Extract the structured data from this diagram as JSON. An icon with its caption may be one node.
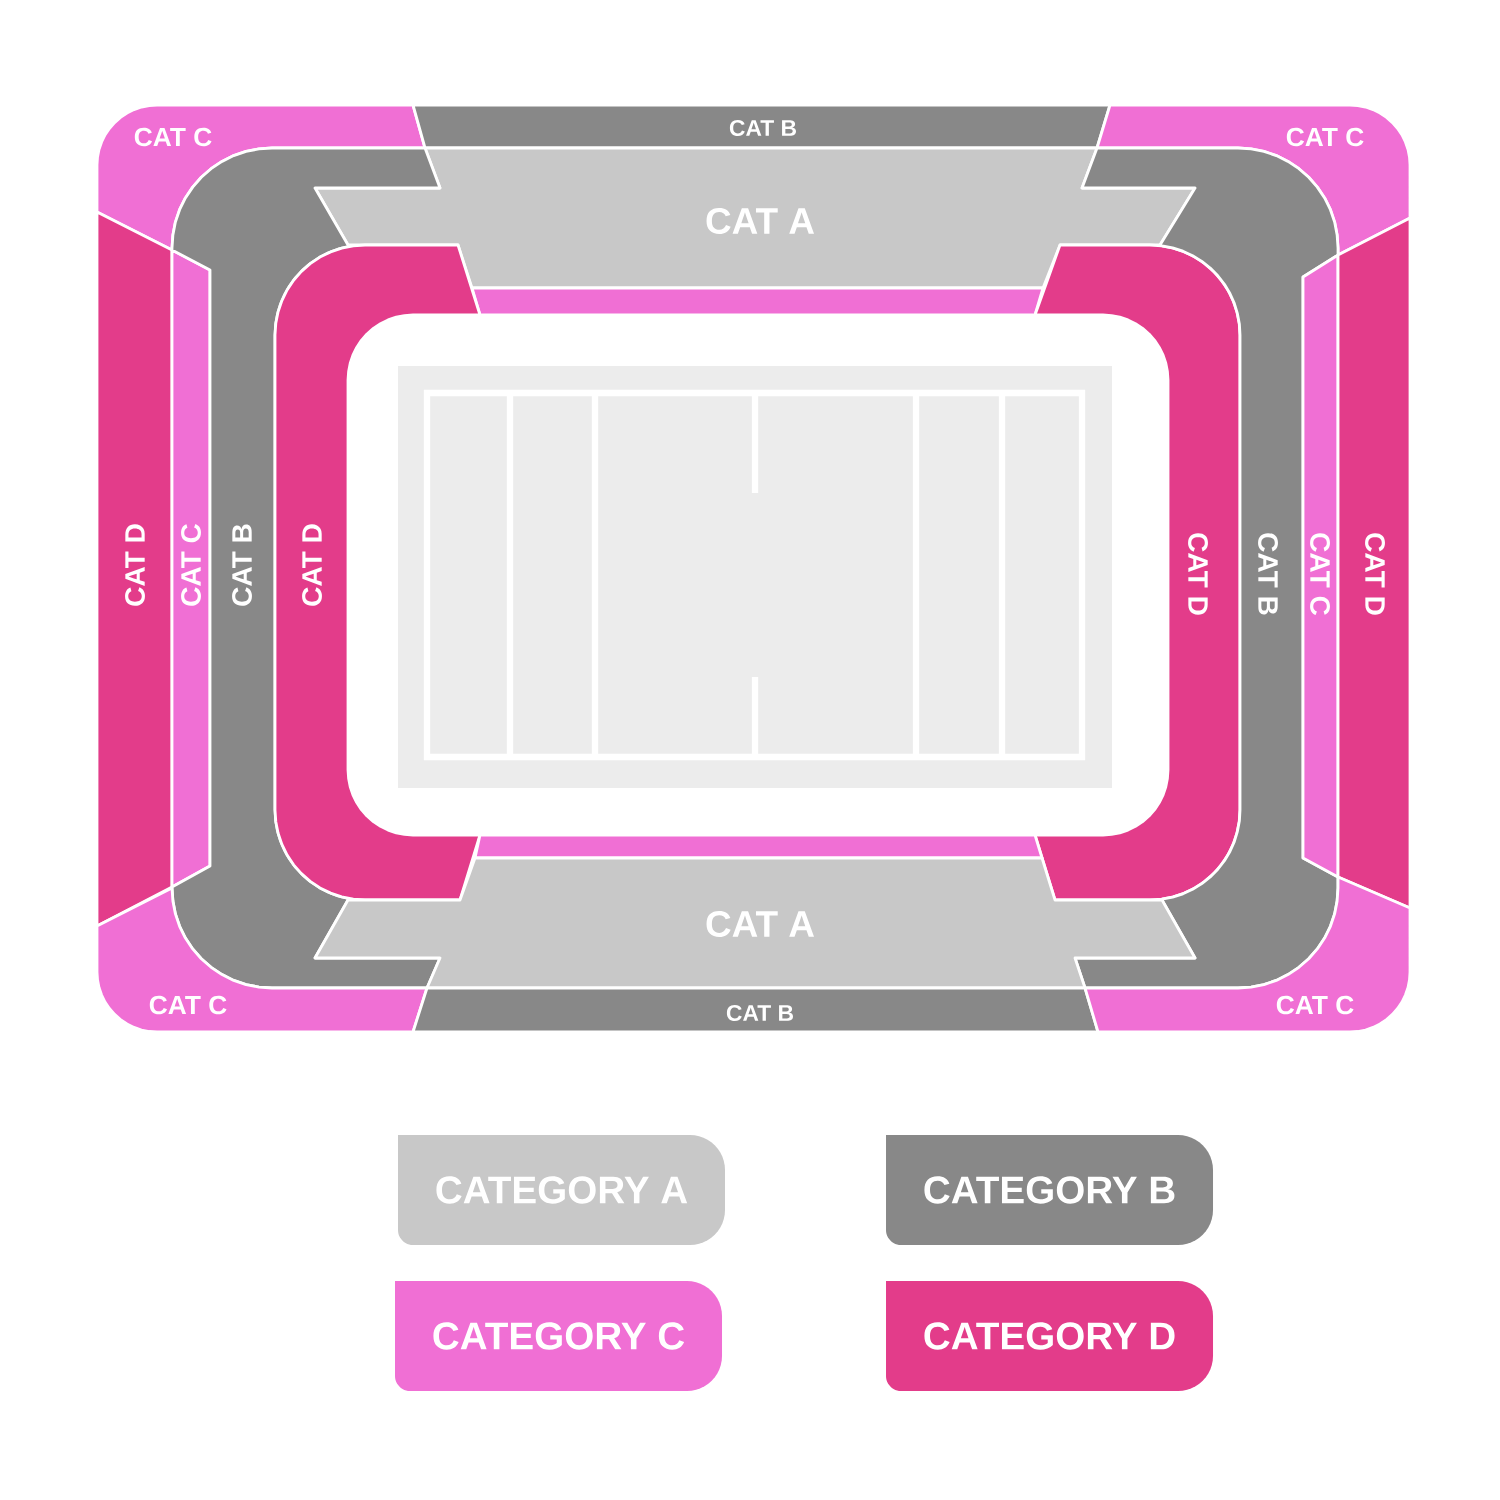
{
  "diagram": {
    "nodes": [
      {
        "text": [
          "CAT C"
        ]
      },
      {
        "text": [
          "CAT B"
        ]
      },
      {
        "text": [
          "CAT C"
        ]
      },
      {
        "text": [
          "CAT A"
        ]
      },
      {
        "text": [],
        "shape": "bar"
      },
      {
        "text": [
          "CAT D"
        ]
      },
      {
        "text": [
          "CAT C"
        ]
      },
      {
        "text": [
          "CAT B"
        ]
      },
      {
        "text": [
          "CAT D"
        ]
      },
      {
        "text": [
          "CAT D"
        ]
      },
      {
        "text": [
          "CAT B"
        ]
      },
      {
        "text": [
          "CAT C"
        ]
      },
      {
        "text": [
          "CAT D"
        ]
      },
      {
        "text": [],
        "shape": "bar"
      },
      {
        "text": [
          "CAT A"
        ]
      },
      {
        "text": [
          "CAT C"
        ]
      },
      {
        "text": [
          "CAT B"
        ]
      },
      {
        "text": [
          "CAT C"
        ]
      }
    ],
    "legend": [
      {
        "text": "CATEGORY A",
        "color": "#c8c8c8"
      },
      {
        "text": "CATEGORY B",
        "color": "#888888"
      },
      {
        "text": "CATEGORY C",
        "color": "#f06fd4"
      },
      {
        "text": "CATEGORY D",
        "color": "#e33c8a"
      }
    ]
  }
}
